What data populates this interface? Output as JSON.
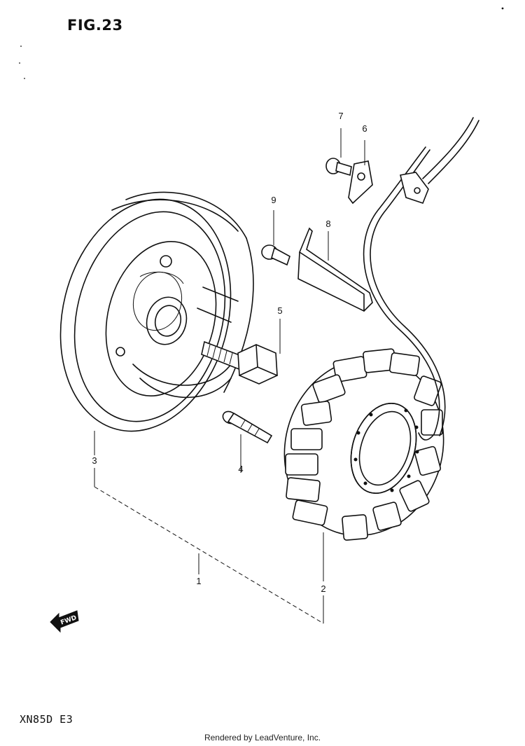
{
  "figure": {
    "title": "FIG.23",
    "model_code": "XN85D E3",
    "credit": "Rendered by LeadVenture, Inc.",
    "direction_marker": "FWD"
  },
  "callouts": [
    {
      "number": "1"
    },
    {
      "number": "2"
    },
    {
      "number": "3"
    },
    {
      "number": "4"
    },
    {
      "number": "5"
    },
    {
      "number": "6"
    },
    {
      "number": "7"
    },
    {
      "number": "8"
    },
    {
      "number": "9"
    }
  ]
}
